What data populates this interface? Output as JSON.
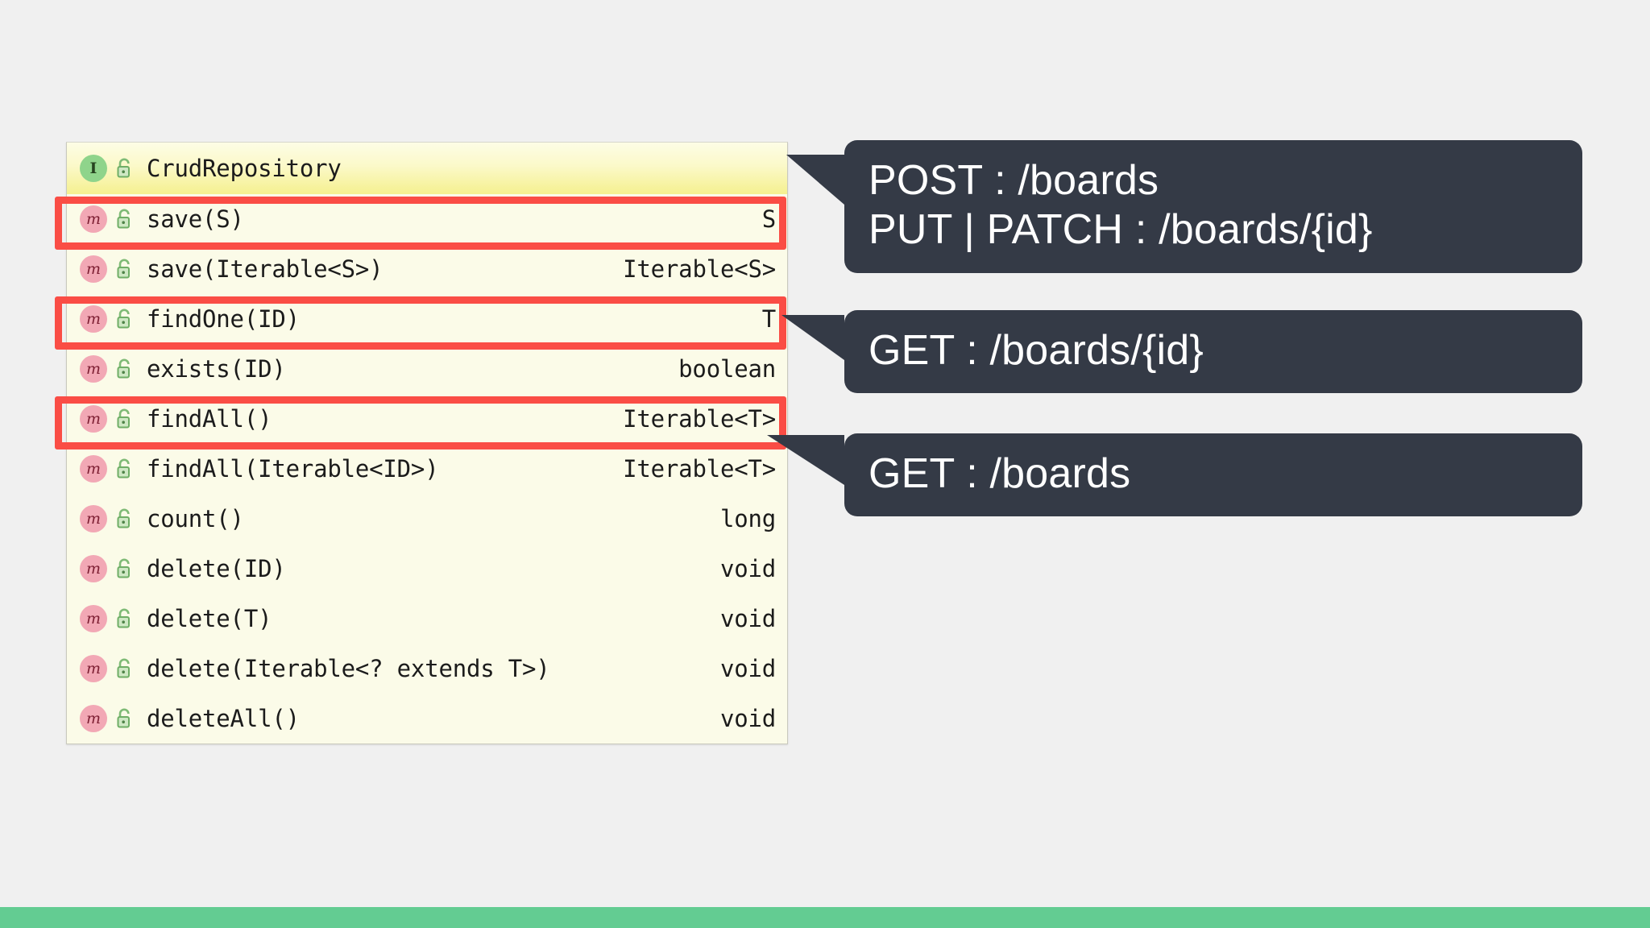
{
  "slide": {
    "background_color": "#f0f0f0",
    "footer_bar_color": "#63cc92"
  },
  "structure_panel": {
    "name": "CrudRepository",
    "header": {
      "kind_icon": "interface-icon",
      "kind_glyph": "I",
      "visibility_icon": "unlocked-padlock-icon",
      "label": "CrudRepository",
      "return_type": ""
    },
    "columns": [
      "member",
      "return_type"
    ],
    "members": [
      {
        "kind_icon": "method-icon",
        "kind_glyph": "m",
        "visibility_icon": "unlocked-padlock-icon",
        "signature": "save(S)",
        "return_type": "S",
        "highlighted": true
      },
      {
        "kind_icon": "method-icon",
        "kind_glyph": "m",
        "visibility_icon": "unlocked-padlock-icon",
        "signature": "save(Iterable<S>)",
        "return_type": "Iterable<S>",
        "highlighted": false
      },
      {
        "kind_icon": "method-icon",
        "kind_glyph": "m",
        "visibility_icon": "unlocked-padlock-icon",
        "signature": "findOne(ID)",
        "return_type": "T",
        "highlighted": true
      },
      {
        "kind_icon": "method-icon",
        "kind_glyph": "m",
        "visibility_icon": "unlocked-padlock-icon",
        "signature": "exists(ID)",
        "return_type": "boolean",
        "highlighted": false
      },
      {
        "kind_icon": "method-icon",
        "kind_glyph": "m",
        "visibility_icon": "unlocked-padlock-icon",
        "signature": "findAll()",
        "return_type": "Iterable<T>",
        "highlighted": true
      },
      {
        "kind_icon": "method-icon",
        "kind_glyph": "m",
        "visibility_icon": "unlocked-padlock-icon",
        "signature": "findAll(Iterable<ID>)",
        "return_type": "Iterable<T>",
        "highlighted": false
      },
      {
        "kind_icon": "method-icon",
        "kind_glyph": "m",
        "visibility_icon": "unlocked-padlock-icon",
        "signature": "count()",
        "return_type": "long",
        "highlighted": false
      },
      {
        "kind_icon": "method-icon",
        "kind_glyph": "m",
        "visibility_icon": "unlocked-padlock-icon",
        "signature": "delete(ID)",
        "return_type": "void",
        "highlighted": false
      },
      {
        "kind_icon": "method-icon",
        "kind_glyph": "m",
        "visibility_icon": "unlocked-padlock-icon",
        "signature": "delete(T)",
        "return_type": "void",
        "highlighted": false
      },
      {
        "kind_icon": "method-icon",
        "kind_glyph": "m",
        "visibility_icon": "unlocked-padlock-icon",
        "signature": "delete(Iterable<? extends T>)",
        "return_type": "void",
        "highlighted": false
      },
      {
        "kind_icon": "method-icon",
        "kind_glyph": "m",
        "visibility_icon": "unlocked-padlock-icon",
        "signature": "deleteAll()",
        "return_type": "void",
        "highlighted": false
      }
    ],
    "highlight_color": "#fa4d45",
    "header_gradient": [
      "#fdfde6",
      "#f5f08f"
    ],
    "row_background": "#fbfbe8"
  },
  "callouts": [
    {
      "id": "callout-post",
      "target_member": "save(S)",
      "lines": [
        "POST : /boards",
        "PUT | PATCH : /boards/{id}"
      ],
      "background_color": "#343a46",
      "text_color": "#ffffff"
    },
    {
      "id": "callout-get-id",
      "target_member": "findOne(ID)",
      "lines": [
        "GET : /boards/{id}"
      ],
      "background_color": "#343a46",
      "text_color": "#ffffff"
    },
    {
      "id": "callout-get-all",
      "target_member": "findAll()",
      "lines": [
        "GET : /boards"
      ],
      "background_color": "#343a46",
      "text_color": "#ffffff"
    }
  ]
}
